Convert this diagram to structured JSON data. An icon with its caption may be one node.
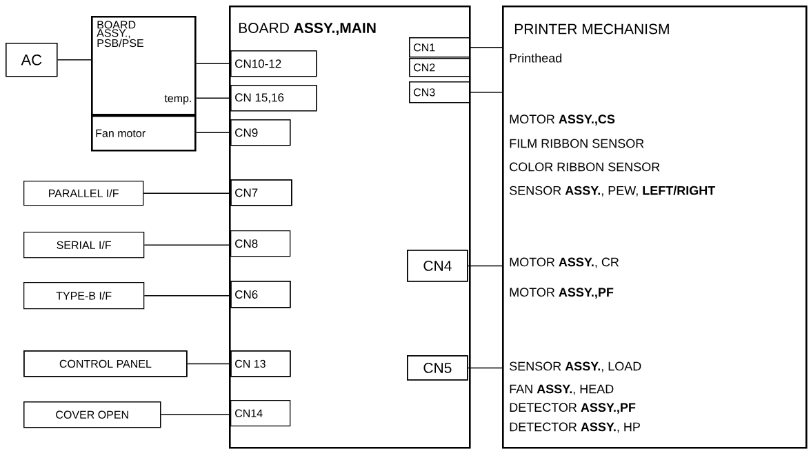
{
  "diagram": {
    "nodes": [
      {
        "text": [
          "AC"
        ]
      },
      {
        "text": [
          "BOARD ASSY., PSB/PSE",
          "temp."
        ]
      },
      {
        "text": [
          "Fan motor"
        ]
      },
      {
        "text": [
          "PARALLEL I/F"
        ]
      },
      {
        "text": [
          "SERIAL I/F"
        ]
      },
      {
        "text": [
          "TYPE-B I/F"
        ]
      },
      {
        "text": [
          "CONTROL PANEL"
        ]
      },
      {
        "text": [
          "COVER OPEN"
        ]
      },
      {
        "text": [
          "BOARD **ASSY.,MAIN**"
        ]
      },
      {
        "text": [
          "CN10-12"
        ],
        "in": 8
      },
      {
        "text": [
          "CN 15,16"
        ],
        "in": 8
      },
      {
        "text": [
          "CN9"
        ],
        "in": 8
      },
      {
        "text": [
          "CN7"
        ],
        "in": 8
      },
      {
        "text": [
          "CN8"
        ],
        "in": 8
      },
      {
        "text": [
          "CN6"
        ],
        "in": 8
      },
      {
        "text": [
          "CN 13"
        ],
        "in": 8
      },
      {
        "text": [
          "CN14"
        ],
        "in": 8
      },
      {
        "text": [
          "CN1"
        ],
        "in": 8
      },
      {
        "text": [
          "CN2"
        ],
        "in": 8
      },
      {
        "text": [
          "CN3"
        ],
        "in": 8
      },
      {
        "text": [
          "CN4"
        ],
        "in": 8
      },
      {
        "text": [
          "CN5"
        ],
        "in": 8
      },
      {
        "text": [
          "PRINTER MECHANISM",
          "Printhead",
          "MOTOR **ASSY.,CS**",
          "FILM RIBBON SENSOR",
          "COLOR RIBBON SENSOR",
          "SENSOR **ASSY.**, PEW, **LEFT/RIGHT**",
          "MOTOR **ASSY.**, CR",
          "MOTOR **ASSY.,PF**",
          "SENSOR **ASSY.**, LOAD",
          "FAN **ASSY.**, HEAD",
          "DETECTOR **ASSY.,PF**",
          "DETECTOR **ASSY.**, HP"
        ]
      }
    ],
    "edges": [
      {
        "from": 0,
        "to": 1,
        "arrow": "none"
      },
      {
        "from": 1,
        "to": 9,
        "arrow": "none"
      },
      {
        "from": 1,
        "to": 10,
        "arrow": "none"
      },
      {
        "from": 2,
        "to": 11,
        "arrow": "none"
      },
      {
        "from": 3,
        "to": 12,
        "arrow": "none"
      },
      {
        "from": 4,
        "to": 13,
        "arrow": "none"
      },
      {
        "from": 5,
        "to": 14,
        "arrow": "none"
      },
      {
        "from": 6,
        "to": 15,
        "arrow": "none"
      },
      {
        "from": 7,
        "to": 16,
        "arrow": "none"
      },
      {
        "from": 17,
        "to": 22,
        "arrow": "none"
      },
      {
        "from": 19,
        "to": 22,
        "arrow": "none"
      },
      {
        "from": 20,
        "to": 22,
        "arrow": "none"
      },
      {
        "from": 21,
        "to": 22,
        "arrow": "none"
      }
    ]
  }
}
